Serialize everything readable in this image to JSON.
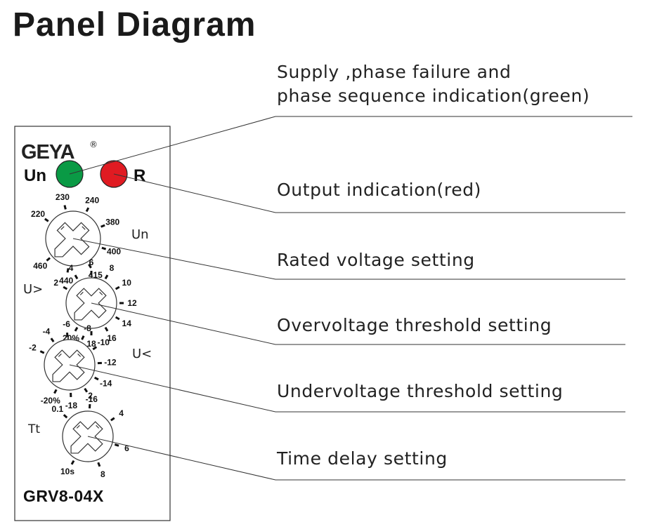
{
  "title": "Panel Diagram",
  "panel": {
    "brand": "GEYA",
    "brand_mark": "®",
    "model": "GRV8-04X",
    "indicators": [
      {
        "label": "Un",
        "color": "#0a9a45"
      },
      {
        "label": "R",
        "color": "#e01b22"
      }
    ]
  },
  "dials": [
    {
      "tag": "Un",
      "ticks": [
        "220",
        "230",
        "240",
        "380",
        "400",
        "415",
        "440",
        "460"
      ]
    },
    {
      "tag": "U>",
      "ticks": [
        "2",
        "4",
        "6",
        "8",
        "10",
        "12",
        "14",
        "16",
        "18",
        "20%"
      ]
    },
    {
      "tag": "U<",
      "ticks": [
        "-2",
        "-4",
        "-6",
        "-8",
        "-10",
        "-12",
        "-14",
        "-16",
        "-18",
        "-20%"
      ]
    },
    {
      "tag": "Tt",
      "ticks": [
        "0.1",
        "2",
        "4",
        "6",
        "8",
        "10s"
      ]
    }
  ],
  "callouts": [
    {
      "lines": [
        "Supply ,phase failure and",
        "phase sequence indication(green)"
      ]
    },
    {
      "lines": [
        "Output indication(red)"
      ]
    },
    {
      "lines": [
        "Rated voltage setting"
      ]
    },
    {
      "lines": [
        "Overvoltage threshold setting"
      ]
    },
    {
      "lines": [
        "Undervoltage threshold setting"
      ]
    },
    {
      "lines": [
        "Time  delay  setting"
      ]
    }
  ]
}
